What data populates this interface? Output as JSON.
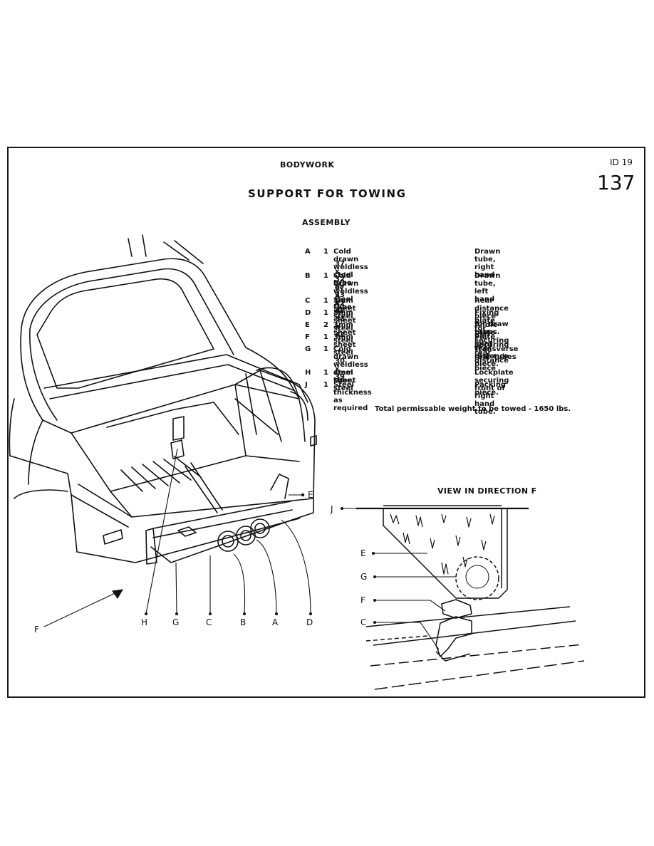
{
  "header": {
    "section": "BODYWORK",
    "model": "ID 19",
    "page_number": "137"
  },
  "title": "SUPPORT FOR TOWING",
  "subtitle": "ASSEMBLY",
  "parts": [
    {
      "letter": "A",
      "qty": "1",
      "material": "Cold drawn weldless steel tube",
      "material2": "37 x 32 or 33 x 42",
      "description": "Drawn tube, right hand"
    },
    {
      "letter": "B",
      "qty": "1",
      "material": "Cold drawn weldless steel tube",
      "material2": "37 x 42 or 33 x 42",
      "description": "Drawn tube, left hand"
    },
    {
      "letter": "C",
      "qty": "1",
      "material": "3mm sheet steel",
      "description": "Rear distance piece for draw tubes."
    },
    {
      "letter": "D",
      "qty": "1",
      "material": "8mm sheet steel",
      "description": "Fixing plate for ball joint."
    },
    {
      "letter": "E",
      "qty": "2",
      "material": "3mm sheet steel",
      "description": "Andle plate securing rear distance piece."
    },
    {
      "letter": "F",
      "qty": "1",
      "material": "3mm sheet steel",
      "description": "Plate securing rear distance piece"
    },
    {
      "letter": "G",
      "qty": "1",
      "material": "Cold drawn weldless steel tube",
      "material2": "30 x 39",
      "description": "Transverse rear tubes"
    },
    {
      "letter": "H",
      "qty": "1",
      "material": "4mm sheet steel",
      "description": "Lockplate securing front of right hand tube."
    },
    {
      "letter": "J",
      "qty": "1",
      "material": "Steel thickness as required",
      "description": "Packing piece."
    }
  ],
  "note": "Total permissable weight to be towed - 1650 lbs.",
  "view_label": "VIEW IN DIRECTION F",
  "callouts_main": {
    "e": "E",
    "h": "H",
    "g": "G",
    "c": "C",
    "b": "B",
    "a": "A",
    "d": "D",
    "f": "F"
  },
  "callouts_view": {
    "j": "J",
    "e": "E",
    "g": "G",
    "f": "F",
    "c": "C"
  }
}
